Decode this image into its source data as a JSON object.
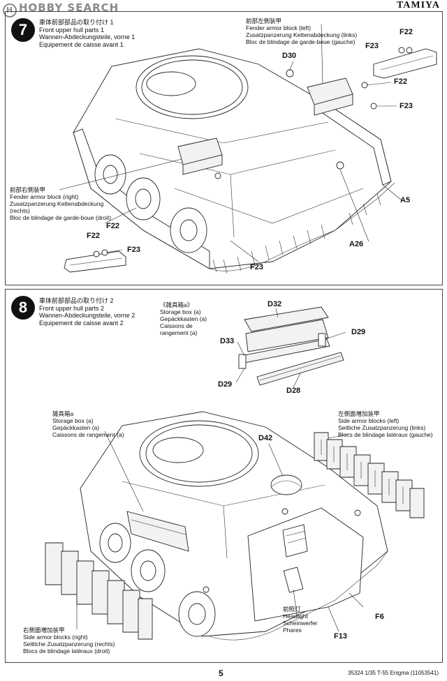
{
  "watermark": "HOBBY SEARCH",
  "brand": "TAMIYA",
  "page_number": "5",
  "catalog": "35324  1/35 T-55 Enigma (11053541)",
  "step7": {
    "number": "7",
    "title": [
      "車体前部部品の取り付け 1",
      "Front upper hull parts 1",
      "Wannen-Abdeckungsteile, vorne 1",
      "Equipement de caisse avant 1"
    ],
    "fender_left": [
      "前部左側装甲",
      "Fender armor block (left)",
      "Zusatzpanzerung Kettenabdeckung (links)",
      "Bloc de blindage de garde-beue (gauche)"
    ],
    "fender_right": [
      "前部右側装甲",
      "Fender armor block (right)",
      "Zusatzpanzerung Kettenabdeckung",
      "(rechts)",
      "Bloc de blindage de garde-boue (droit)"
    ],
    "parts": {
      "f22_top": "F22",
      "f23_top": "F23",
      "f22_mid": "F22",
      "f23_mid": "F23",
      "d30": "D30",
      "a5": "A5",
      "a26": "A26",
      "f22_left": "F22",
      "f22_detail": "F22",
      "f23_detail": "F23",
      "f23_bottom": "F23"
    }
  },
  "step8": {
    "number": "8",
    "title": [
      "車体前部部品の取り付け 2",
      "Front upper hull parts 2",
      "Wannen-Abdeckungsteile, vorne 2",
      "Equipement de caisse avant 2"
    ],
    "storage_top": [
      "《雑具箱a》",
      "Storage box (a)",
      "Gepäckkasten (a)",
      "Caissons de",
      "rangement (a)"
    ],
    "storage_mid": [
      "雑具箱a",
      "Storage box (a)",
      "Gepäckkasten (a)",
      "Caissons de rangement (a)"
    ],
    "side_left": [
      "左側面増加装甲",
      "Side armor blocks (left)",
      "Seitliche Zusatzpanzerung (links)",
      "Blocs de blindage latéraux (gauche)"
    ],
    "side_right": [
      "右側面増加装甲",
      "Side armor blocks (right)",
      "Seitliche Zusatzpanzerung (rechts)",
      "Blocs de blindage latéraux (droit)"
    ],
    "headlight": [
      "前照灯",
      "Headlight",
      "Scheinwerfer",
      "Phares"
    ],
    "parts": {
      "d32": "D32",
      "d33": "D33",
      "d29_right": "D29",
      "d29_left": "D29",
      "d28": "D28",
      "d42": "D42",
      "f6": "F6",
      "f13": "F13"
    }
  }
}
